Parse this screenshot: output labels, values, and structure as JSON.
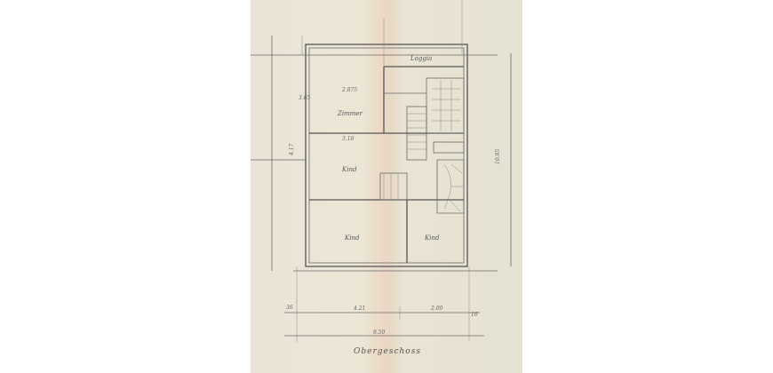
{
  "plan": {
    "title": "Obergeschoss",
    "rooms": {
      "loggia": "Loggia",
      "zimmer": "Zimmer",
      "kind_upper": "Kind",
      "kind_left": "Kind",
      "kind_right": "Kind"
    },
    "dimensions": {
      "total_width": "8.50",
      "left_segment": "4.21",
      "right_segment": "2.00",
      "left_edge": "36",
      "right_edge": "16",
      "upper_height": "3.65",
      "zimmer_area": "2.875",
      "mid_width": "3.18",
      "right_height": "10.85",
      "left_height": "4.17"
    }
  }
}
